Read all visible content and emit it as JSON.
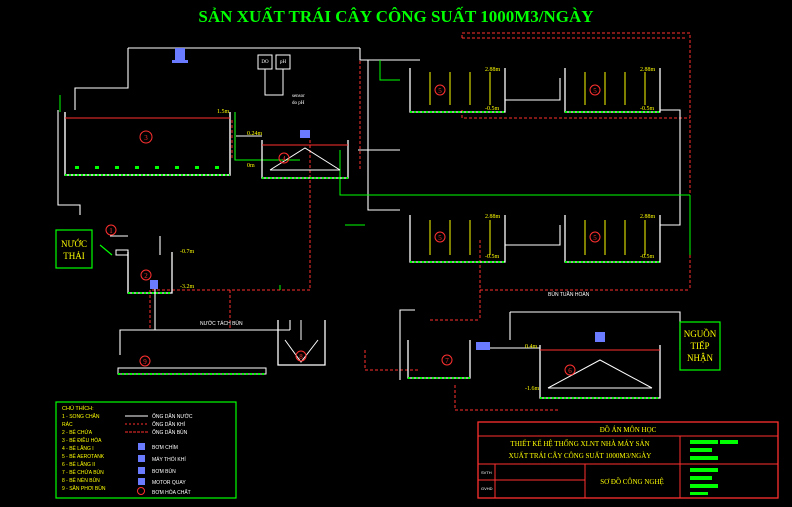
{
  "title": "SẢN XUẤT TRÁI CÂY CÔNG SUẤT 1000M3/NGÀY",
  "labels": {
    "source_in": "NƯỚC",
    "source_in2": "THẢI",
    "receiver1": "NGUỒN",
    "receiver2": "TIẾP",
    "receiver3": "NHẬN",
    "sludge_line": "NƯỚC TÁCH BÙN",
    "return_line": "BÙN TUẦN HOÀN",
    "sensor1": "sensor",
    "sensor2": "do pH",
    "box1": "DO",
    "box2": "pH",
    "lvl_a": "1.5m",
    "lvl_b": "0.24m",
    "lvl_c": "0m",
    "lvl_d": "-0.7m",
    "lvl_e": "-3.2m",
    "lvl_f": "2.88m",
    "lvl_g": "-0.5m",
    "lvl_h": "0.4m",
    "lvl_i": "-1.6m",
    "n1": "1",
    "n2": "2",
    "n3": "3",
    "n4": "4",
    "n5": "5",
    "n6": "6",
    "n7": "7",
    "n8": "8",
    "n9": "9"
  },
  "legend": {
    "title": "CHÚ THÍCH:",
    "items": [
      "1 - SONG CHẮN",
      "RÁC",
      "2 - BỂ CHỨA",
      "3 - BỂ ĐIỀU HÒA",
      "4 - BỂ LẮNG I",
      "5 - BỂ AEROTANK",
      "6 - BỂ LẮNG II",
      "7 - BỂ CHỨA BÙN",
      "8 - BỂ NÉN BÙN",
      "9 - SÂN PHƠI BÙN"
    ],
    "lines": [
      "ỐNG DẪN NƯỚC",
      "ỐNG DẪN KHÍ",
      "ỐNG DẪN BÙN"
    ],
    "symbols": [
      "BƠM CHÌM",
      "MÁY THỔI KHÍ",
      "BƠM BÙN",
      "MOTOR QUAY",
      "BƠM HÓA CHẤT"
    ]
  },
  "titleblock": {
    "heading": "ĐỒ ÁN MÔN HỌC",
    "project1": "THIẾT KẾ HỆ THỐNG XLNT NHÀ MÁY SẢN",
    "project2": "XUẤT TRÁI CÂY CÔNG SUẤT 1000M3/NGÀY",
    "drawing": "SƠ ĐỒ CÔNG NGHỆ",
    "row1": "SVTH",
    "row2": "GVHD"
  },
  "colors": {
    "water": "#ffffff",
    "air": "#ff3030",
    "sludge": "#ff3030",
    "title": "#00ff00",
    "accent": "#ffff00",
    "pipe_green": "#00ff00"
  }
}
